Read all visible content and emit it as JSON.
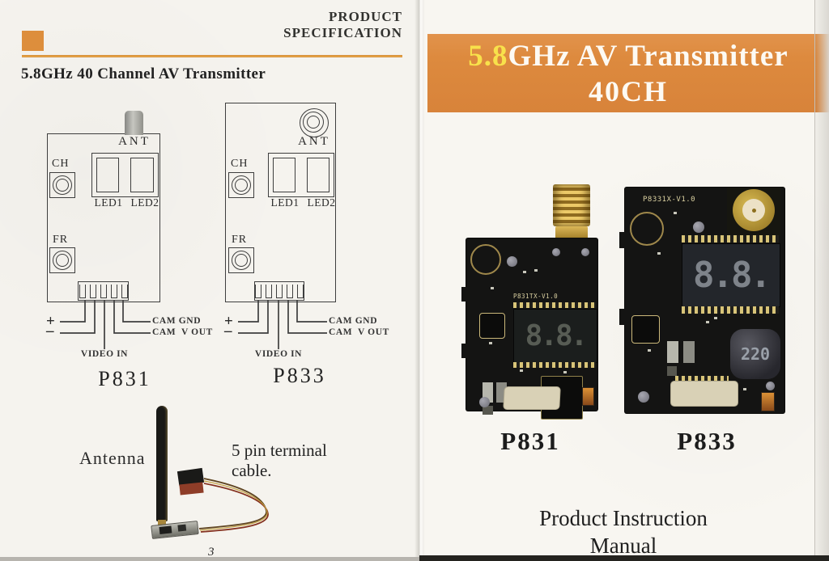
{
  "colors": {
    "accent_orange": "#dd8e3c",
    "banner_orange": "#dd8a3e",
    "highlight_yellow": "#f8e14b"
  },
  "left_page": {
    "header": {
      "line1": "PRODUCT",
      "line2": "SPECIFICATION"
    },
    "section_title": "5.8GHz 40 Channel AV Transmitter",
    "diagrams": [
      {
        "caption": "P831",
        "ant_label": "ANT",
        "ch_label": "CH",
        "fr_label": "FR",
        "led1_label": "LED1",
        "led2_label": "LED2",
        "plus_label": "+",
        "minus_label": "–",
        "cam_gnd_label": "CAM GND",
        "cam_vout_label": "CAM  V OUT",
        "video_in_label": "VIDEO IN"
      },
      {
        "caption": "P833",
        "ant_label": "ANT",
        "ch_label": "CH",
        "fr_label": "FR",
        "led1_label": "LED1",
        "led2_label": "LED2",
        "plus_label": "+",
        "minus_label": "–",
        "cam_gnd_label": "CAM GND",
        "cam_vout_label": "CAM  V OUT",
        "video_in_label": "VIDEO IN"
      }
    ],
    "antenna_label": "Antenna",
    "cable_label_line1": "5 pin terminal",
    "cable_label_line2": "cable.",
    "page_number": "3"
  },
  "right_page": {
    "banner": {
      "highlight": "5.8",
      "title_rest": "GHz AV Transmitter",
      "line2": "40CH"
    },
    "boards": [
      {
        "caption": "P831",
        "silkscreen": "P831TX-V1.0",
        "display_digits": "8.8."
      },
      {
        "caption": "P833",
        "silkscreen": "P8331X-V1.0",
        "display_digits": "8.8.",
        "inductor_label": "220"
      }
    ],
    "footer_line1": "Product Instruction",
    "footer_line2": "Manual"
  }
}
